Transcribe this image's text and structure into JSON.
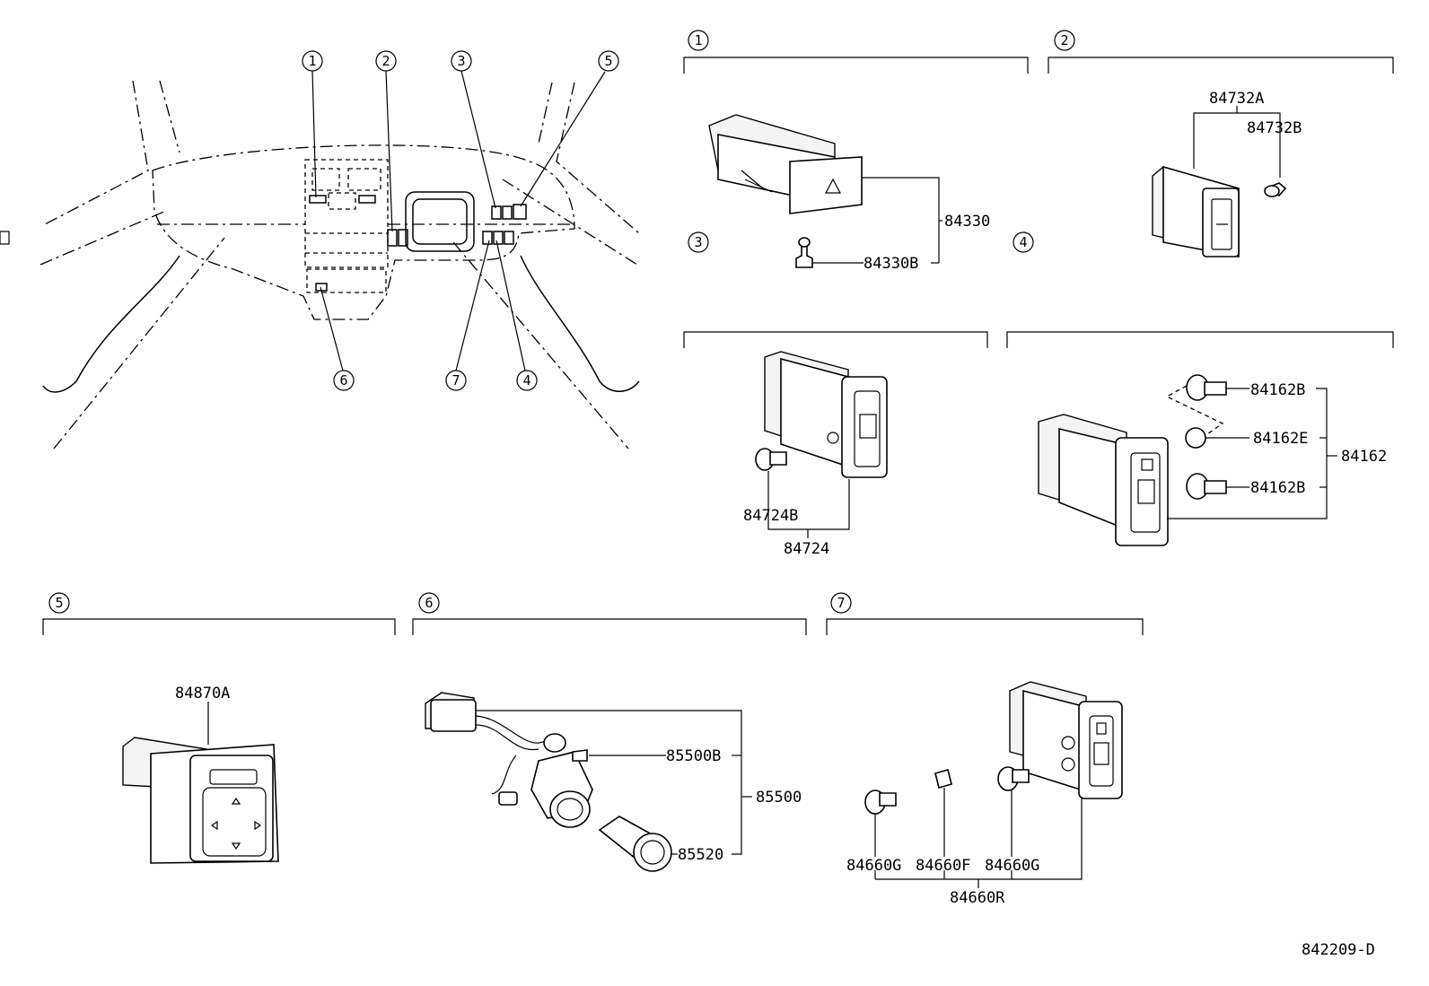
{
  "overview": {
    "callouts": [
      "1",
      "2",
      "3",
      "5",
      "6",
      "7",
      "4"
    ]
  },
  "sections": [
    {
      "id": "1",
      "parts": [
        "84330",
        "84330B"
      ]
    },
    {
      "id": "2",
      "parts": [
        "84732A",
        "84732B"
      ]
    },
    {
      "id": "3",
      "parts": [
        "84724B",
        "84724"
      ]
    },
    {
      "id": "4",
      "parts": [
        "84162B",
        "84162E",
        "84162",
        "84162B"
      ]
    },
    {
      "id": "5",
      "parts": [
        "84870A"
      ]
    },
    {
      "id": "6",
      "parts": [
        "85500B",
        "85500",
        "85520"
      ]
    },
    {
      "id": "7",
      "parts": [
        "84660G",
        "84660F",
        "84660G",
        "84660R"
      ]
    }
  ],
  "drawing_code": "842209-D"
}
